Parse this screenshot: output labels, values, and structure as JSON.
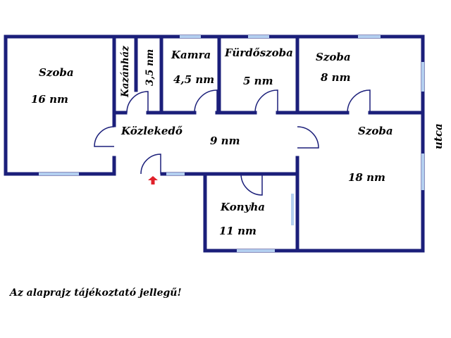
{
  "colors": {
    "wall": "#1b1f7a",
    "window": "#b3cff0",
    "entrance": "#e0202a"
  },
  "rooms": {
    "room_left": {
      "name": "Szoba",
      "area": "16 nm"
    },
    "boiler": {
      "name": "Kazánház",
      "area": "3,5 nm"
    },
    "pantry": {
      "name": "Kamra",
      "area": "4,5 nm"
    },
    "bathroom": {
      "name": "Fürdőszoba",
      "area": "5 nm"
    },
    "room_top_right": {
      "name": "Szoba",
      "area": "8 nm"
    },
    "hallway": {
      "name": "Közlekedő",
      "area": "9 nm"
    },
    "room_right": {
      "name": "Szoba",
      "area": "18 nm"
    },
    "kitchen": {
      "name": "Konyha",
      "area": "11 nm"
    }
  },
  "street_label": "utca",
  "note": "Az alaprajz tájékoztató jellegű!"
}
